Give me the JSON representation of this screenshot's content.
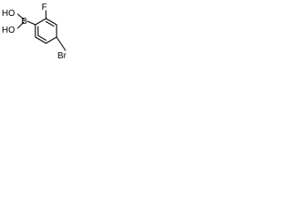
{
  "structure": {
    "atoms": {
      "fluorine": "F",
      "boron": "B",
      "hydroxyl_top": "HO",
      "hydroxyl_bottom": "HO",
      "bromine": "Br"
    },
    "colors": {
      "bond": "#000000",
      "label": "#000000",
      "background": "#ffffff"
    }
  }
}
